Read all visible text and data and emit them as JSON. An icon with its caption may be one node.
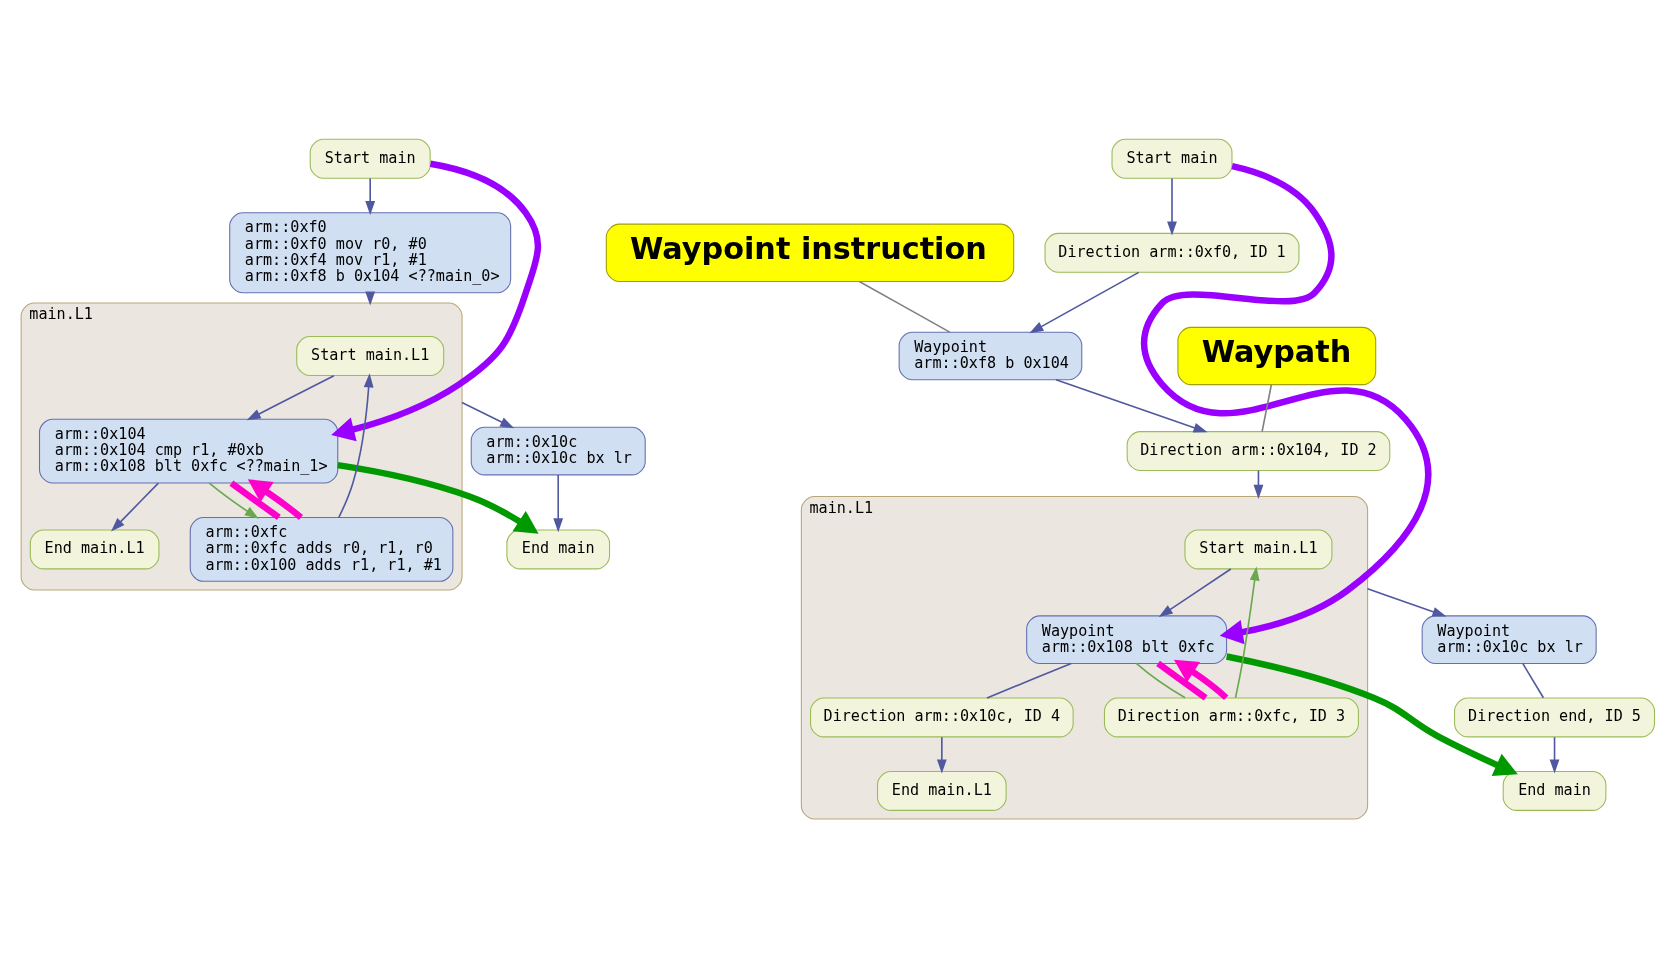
{
  "diagram": {
    "nodes": [
      {
        "text": [
          "Start main"
        ]
      },
      {
        "text": [
          "arm::0xf0",
          "arm::0xf0 mov r0, #0",
          "arm::0xf4 mov r1, #1",
          "arm::0xf8 b 0x104 <??main_0>"
        ]
      },
      {
        "text": [
          "main.L1"
        ]
      },
      {
        "text": [
          "Start main.L1"
        ],
        "in": 2
      },
      {
        "text": [
          "arm::0x104",
          "arm::0x104 cmp r1, #0xb",
          "arm::0x108 blt 0xfc <??main_1>"
        ],
        "in": 2
      },
      {
        "text": [
          "arm::0xfc",
          "arm::0xfc adds r0, r1, r0",
          "arm::0x100 adds r1, r1, #1"
        ],
        "in": 2
      },
      {
        "text": [
          "End main.L1"
        ],
        "in": 2
      },
      {
        "text": [
          "arm::0x10c",
          "arm::0x10c bx lr"
        ]
      },
      {
        "text": [
          "End main"
        ]
      },
      {
        "text": [
          "Waypoint instruction"
        ]
      },
      {
        "text": [
          "Start main"
        ]
      },
      {
        "text": [
          "Direction arm::0xf0, ID 1"
        ]
      },
      {
        "text": [
          "Waypath"
        ]
      },
      {
        "text": [
          "Waypoint",
          "arm::0xf8 b 0x104"
        ]
      },
      {
        "text": [
          "Direction arm::0x104, ID 2"
        ]
      },
      {
        "text": [
          "main.L1"
        ]
      },
      {
        "text": [
          "Start main.L1"
        ],
        "in": 15
      },
      {
        "text": [
          "Waypoint",
          "arm::0x108 blt 0xfc"
        ],
        "in": 15
      },
      {
        "text": [
          "Direction arm::0xfc, ID 3"
        ],
        "in": 15
      },
      {
        "text": [
          "Direction arm::0x10c, ID 4"
        ],
        "in": 15
      },
      {
        "text": [
          "End main.L1"
        ],
        "in": 15
      },
      {
        "text": [
          "Waypoint",
          "arm::0x10c bx lr"
        ]
      },
      {
        "text": [
          "Direction end, ID 5"
        ]
      },
      {
        "text": [
          "End main"
        ]
      }
    ],
    "edges": [
      {
        "from": 0,
        "to": 1,
        "arrow": "to"
      },
      {
        "from": 1,
        "to": 2,
        "arrow": "to"
      },
      {
        "from": 3,
        "to": 4,
        "arrow": "to"
      },
      {
        "from": 4,
        "to": 5,
        "arrow": "to",
        "color": "#6aa84f"
      },
      {
        "from": 4,
        "to": 6,
        "arrow": "to"
      },
      {
        "from": 5,
        "to": 3,
        "arrow": "to"
      },
      {
        "from": 2,
        "to": 7,
        "arrow": "to"
      },
      {
        "from": 7,
        "to": 8,
        "arrow": "to"
      },
      {
        "from": 0,
        "to": 4,
        "arrow": "to",
        "style": "thick",
        "color": "#9900ff"
      },
      {
        "from": 4,
        "to": 5,
        "arrow": "none",
        "style": "thick",
        "color": "#ff00cc"
      },
      {
        "from": 5,
        "to": 4,
        "arrow": "to",
        "style": "thick",
        "color": "#ff00cc"
      },
      {
        "from": 4,
        "to": 8,
        "arrow": "to",
        "style": "thick",
        "color": "#009900"
      },
      {
        "from": 10,
        "to": 11,
        "arrow": "to"
      },
      {
        "from": 11,
        "to": 13,
        "arrow": "to"
      },
      {
        "from": 13,
        "to": 14,
        "arrow": "to"
      },
      {
        "from": 14,
        "to": 15,
        "arrow": "to"
      },
      {
        "from": 16,
        "to": 17,
        "arrow": "to"
      },
      {
        "from": 17,
        "to": 18,
        "arrow": "none",
        "color": "#6aa84f"
      },
      {
        "from": 18,
        "to": 16,
        "arrow": "to",
        "color": "#6aa84f"
      },
      {
        "from": 17,
        "to": 19,
        "arrow": "none"
      },
      {
        "from": 19,
        "to": 20,
        "arrow": "to"
      },
      {
        "from": 15,
        "to": 21,
        "arrow": "to"
      },
      {
        "from": 21,
        "to": 22,
        "arrow": "none"
      },
      {
        "from": 22,
        "to": 23,
        "arrow": "to"
      },
      {
        "from": 9,
        "to": 13,
        "arrow": "none",
        "color": "#808080"
      },
      {
        "from": 12,
        "to": 14,
        "arrow": "none",
        "color": "#808080"
      },
      {
        "from": 10,
        "to": 17,
        "arrow": "to",
        "style": "thick",
        "color": "#9900ff"
      },
      {
        "from": 17,
        "to": 18,
        "arrow": "none",
        "style": "thick",
        "color": "#ff00cc"
      },
      {
        "from": 18,
        "to": 17,
        "arrow": "to",
        "style": "thick",
        "color": "#ff00cc"
      },
      {
        "from": 17,
        "to": 23,
        "arrow": "to",
        "style": "thick",
        "color": "#009900"
      }
    ]
  }
}
